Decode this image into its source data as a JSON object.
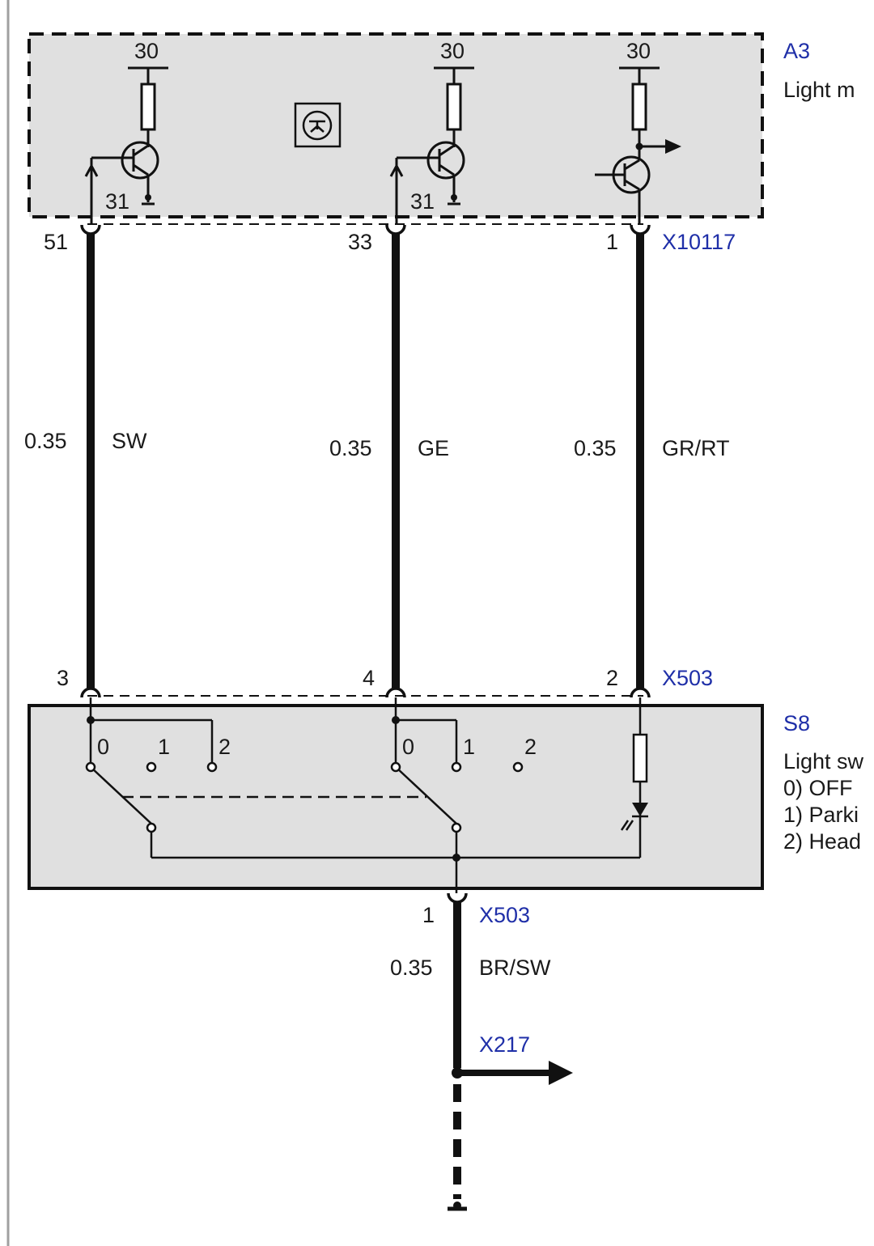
{
  "module_a3": {
    "id": "A3",
    "name": "Light m",
    "supply_left": "30",
    "supply_mid": "30",
    "supply_right": "30",
    "ground_left": "31",
    "ground_mid": "31"
  },
  "connector_top": {
    "id": "X10117",
    "pin_left": "51",
    "pin_mid": "33",
    "pin_right": "1"
  },
  "wires": {
    "left_gauge": "0.35",
    "left_color": "SW",
    "mid_gauge": "0.35",
    "mid_color": "GE",
    "right_gauge": "0.35",
    "right_color": "GR/RT"
  },
  "connector_switch": {
    "id": "X503",
    "pin_left": "3",
    "pin_mid": "4",
    "pin_right": "2"
  },
  "switch_s8": {
    "id": "S8",
    "desc_1": "Light sw",
    "desc_2": "0) OFF",
    "desc_3": "1) Parki",
    "desc_4": "2) Head",
    "left_pos0": "0",
    "left_pos1": "1",
    "left_pos2": "2",
    "mid_pos0": "0",
    "mid_pos1": "1",
    "mid_pos2": "2"
  },
  "connector_bottom": {
    "id": "X503",
    "pin": "1",
    "gauge": "0.35",
    "color": "BR/SW"
  },
  "connector_x217": {
    "id": "X217"
  }
}
